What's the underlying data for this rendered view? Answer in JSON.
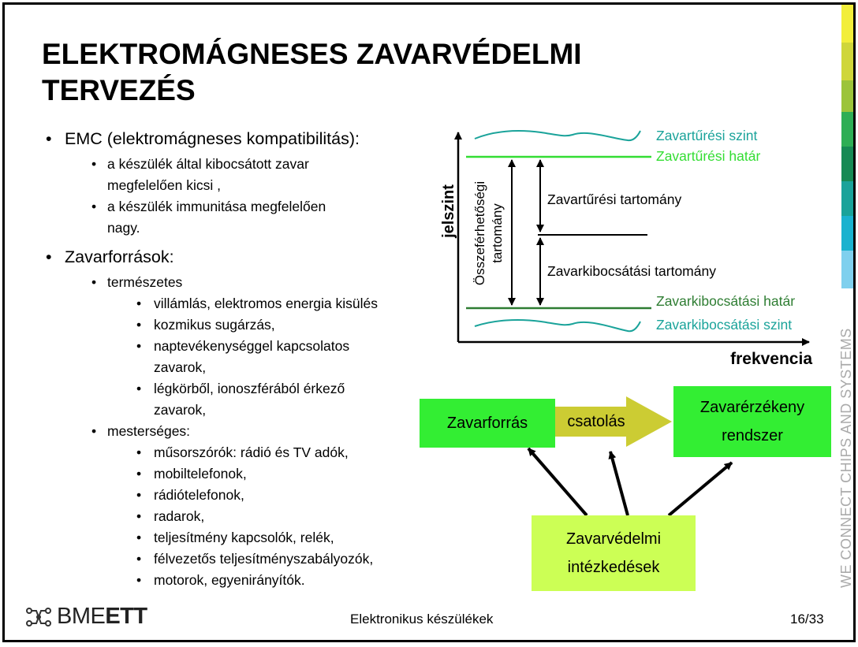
{
  "title_line1": "ELEKTROMÁGNESES ZAVARVÉDELMI",
  "title_line2": "TERVEZÉS",
  "bullets": [
    {
      "level": 1,
      "text": "EMC (elektromágneses kompatibilitás):"
    },
    {
      "level": 2,
      "text": "a készülék által kibocsátott zavar"
    },
    {
      "level": 2,
      "text": "megfelelően kicsi ,",
      "cont": true
    },
    {
      "level": 2,
      "text": "a készülék immunitása megfelelően"
    },
    {
      "level": 2,
      "text": "nagy.",
      "cont": true
    },
    {
      "level": 1,
      "text": "Zavarforrások:"
    },
    {
      "level": 2,
      "text": "természetes"
    },
    {
      "level": 3,
      "text": "villámlás,  elektromos energia kisülés"
    },
    {
      "level": 3,
      "text": "kozmikus sugárzás,"
    },
    {
      "level": 3,
      "text": "naptevékenységgel kapcsolatos"
    },
    {
      "level": 3,
      "text": "zavarok,",
      "cont": true
    },
    {
      "level": 3,
      "text": "légkörből, ionoszférából érkező"
    },
    {
      "level": 3,
      "text": "zavarok,",
      "cont": true
    },
    {
      "level": 2,
      "text": "mesterséges:"
    },
    {
      "level": 3,
      "text": "műsorszórók: rádió és TV adók,"
    },
    {
      "level": 3,
      "text": "mobiltelefonok,"
    },
    {
      "level": 3,
      "text": "rádiótelefonok,"
    },
    {
      "level": 3,
      "text": "radarok,"
    },
    {
      "level": 3,
      "text": "teljesítmény kapcsolók, relék,"
    },
    {
      "level": 3,
      "text": "félvezetős teljesítményszabályozók,"
    },
    {
      "level": 3,
      "text": "motorok, egyenirányítók."
    }
  ],
  "chart": {
    "y_axis_label": "jelszint",
    "x_axis_label": "frekvencia",
    "immunity_level": "Zavartűrési szint",
    "immunity_limit": "Zavartűrési határ",
    "immunity_range": "Zavartűrési tartomány",
    "compat_range_line1": "Összeférhetőségi",
    "compat_range_line2": "tartomány",
    "emission_range": "Zavarkibocsátási tartomány",
    "emission_limit": "Zavarkibocsátási határ",
    "emission_level": "Zavarkibocsátási szint"
  },
  "flow": {
    "source": "Zavarforrás",
    "coupling": "csatolás",
    "victim_line1": "Zavarérzékeny",
    "victim_line2": "rendszer",
    "measures_line1": "Zavarvédelmi",
    "measures_line2": "intézkedések"
  },
  "footer": {
    "logo_bme": "BME",
    "logo_ett": "ETT",
    "course": "Elektronikus készülékek",
    "page": "16/33",
    "tagline": "WE CONNECT CHIPS AND SYSTEMS"
  },
  "colors": {
    "teal": "#1aa39a",
    "limit_green": "#33dd33",
    "dark_green": "#2e7d32",
    "box_green": "#33ee33",
    "coupling_yellow": "#cccc33",
    "measures_lime": "#ccff55"
  }
}
